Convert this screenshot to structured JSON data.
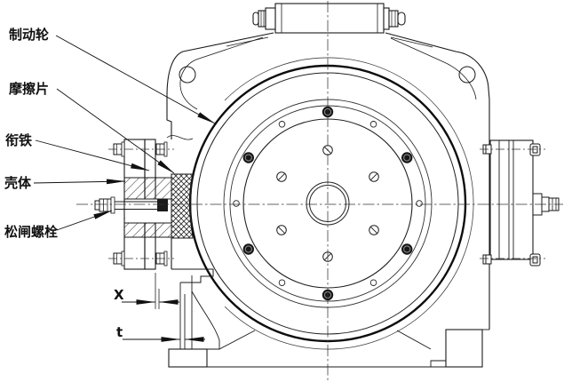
{
  "diagram": {
    "labels": {
      "brake_wheel": "制动轮",
      "friction_plate": "摩擦片",
      "armature": "衔铁",
      "housing": "壳体",
      "release_bolt": "松闸螺栓"
    },
    "dimensions": {
      "air_gap": "X",
      "pad_thickness": "t"
    },
    "colors": {
      "line": "#1a1a1a",
      "background": "#ffffff"
    }
  }
}
